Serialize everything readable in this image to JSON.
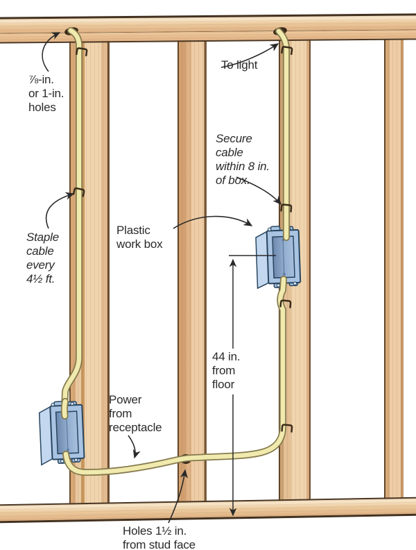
{
  "labels": {
    "drill_holes": {
      "text": "⅞-in.\nor 1-in.\nholes",
      "style": "regular"
    },
    "to_light": {
      "text": "To light",
      "style": "regular"
    },
    "secure_cable": {
      "text": "Secure\ncable\nwithin 8 in.\nof box.",
      "style": "italic"
    },
    "staple_cable": {
      "text": "Staple\ncable\nevery\n4½ ft.",
      "style": "italic"
    },
    "plastic_work_box": {
      "text": "Plastic\nwork box",
      "style": "regular"
    },
    "height_dimension": {
      "text": "44 in.\nfrom\nfloor",
      "style": "regular"
    },
    "power_source": {
      "text": "Power\nfrom\nreceptacle",
      "style": "regular"
    },
    "hole_position": {
      "text": "Holes 1½ in.\nfrom stud face",
      "style": "regular"
    }
  },
  "colors": {
    "background": "#ffffff",
    "wood_face": "#f0d4ae",
    "wood_shadow": "#d8a878",
    "wood_edge": "#5c432a",
    "cable": "#f1eaae",
    "cable_outline": "#857a4e",
    "box_front": "#a9c3e2",
    "box_side": "#c3d7ee",
    "box_interior": "#7691b5",
    "box_outline": "#27455f",
    "text": "#2a2a2a"
  }
}
